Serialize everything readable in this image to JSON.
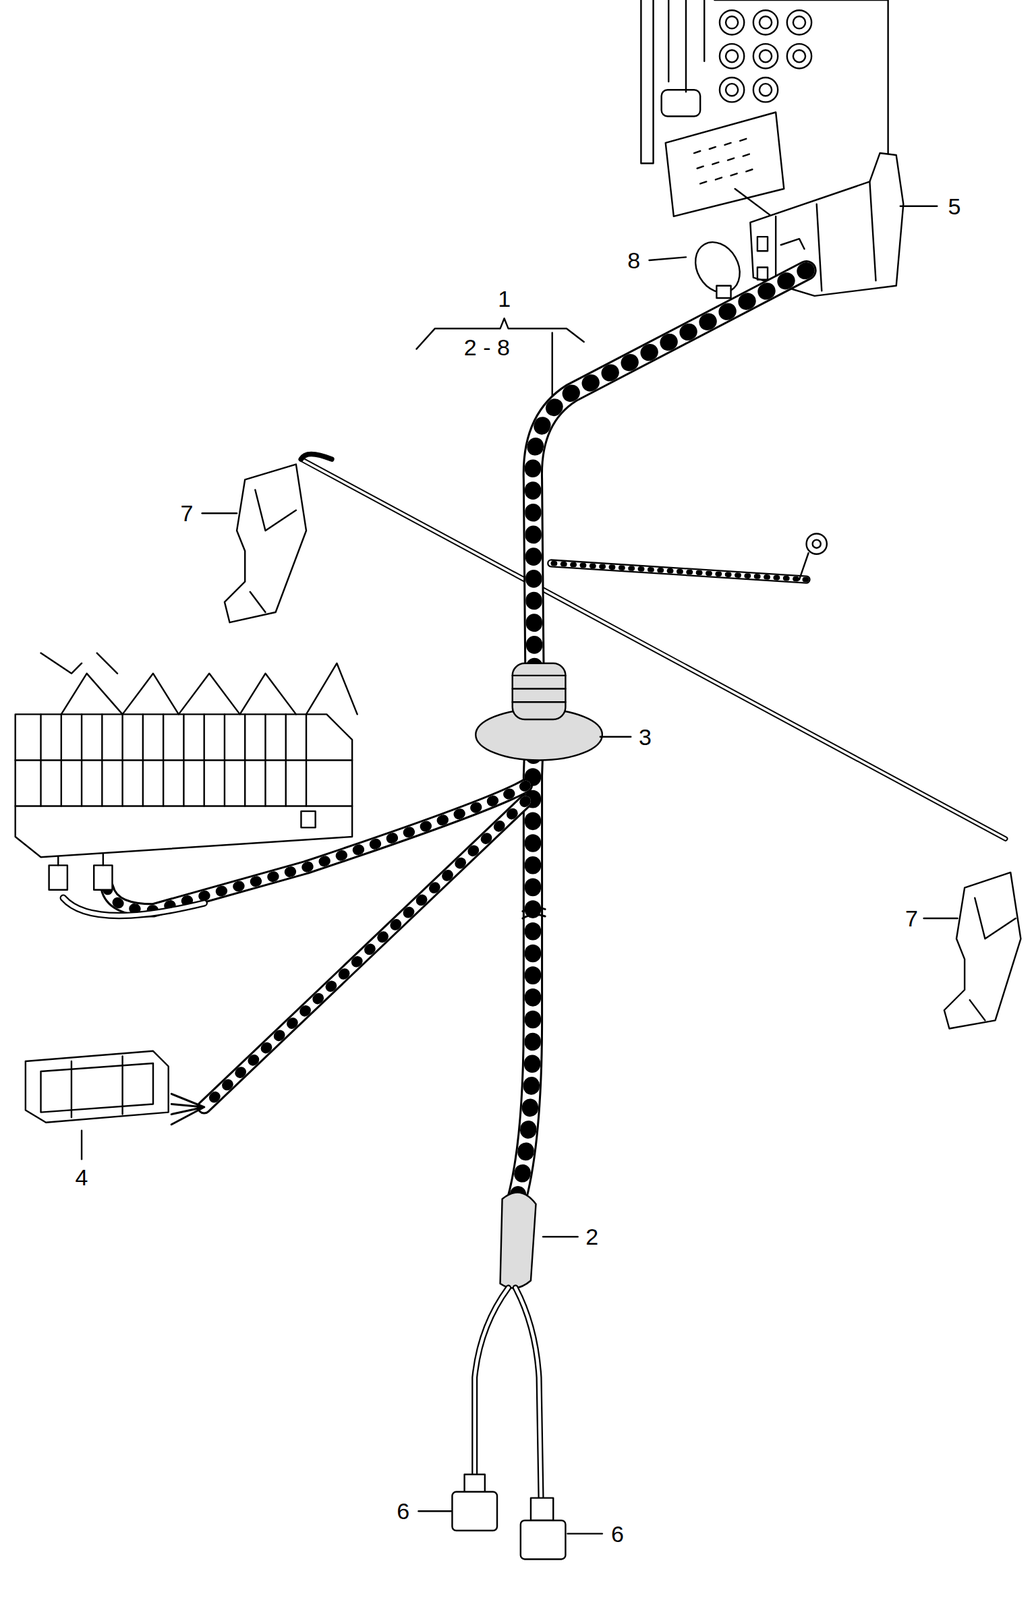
{
  "diagram": {
    "labels": [
      "1",
      "2 - 8",
      "5",
      "8",
      "7",
      "3",
      "7",
      "4",
      "2",
      "6",
      "6"
    ]
  }
}
